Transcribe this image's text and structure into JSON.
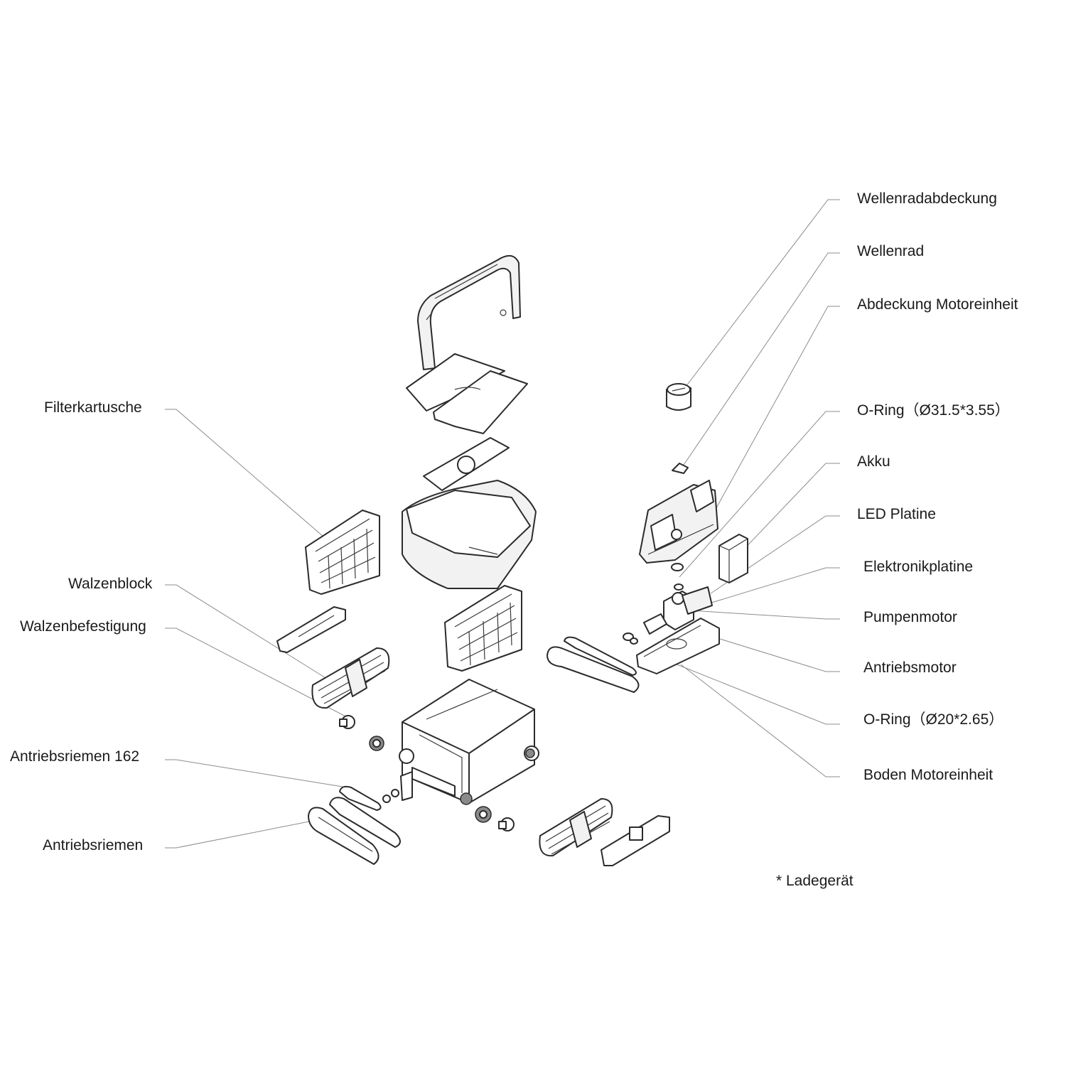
{
  "labels_left": {
    "filterkartusche": "Filterkartusche",
    "walzenblock": "Walzenblock",
    "walzenbefestigung": "Walzenbefestigung",
    "antriebsriemen_162": "Antriebsriemen 162",
    "antriebsriemen": "Antriebsriemen"
  },
  "labels_right": {
    "wellenradabdeckung": "Wellenradabdeckung",
    "wellenrad": "Wellenrad",
    "abdeckung_motoreinheit": "Abdeckung Motoreinheit",
    "o_ring_large": "O-Ring（Ø31.5*3.55）",
    "akku": "Akku",
    "led_platine": "LED Platine",
    "elektronikplatine": "Elektronikplatine",
    "pumpenmotor": "Pumpenmotor",
    "antriebsmotor": "Antriebsmotor",
    "o_ring_small": "O-Ring（Ø20*2.65）",
    "boden_motoreinheit": "Boden Motoreinheit"
  },
  "footnote": "* Ladegerät"
}
